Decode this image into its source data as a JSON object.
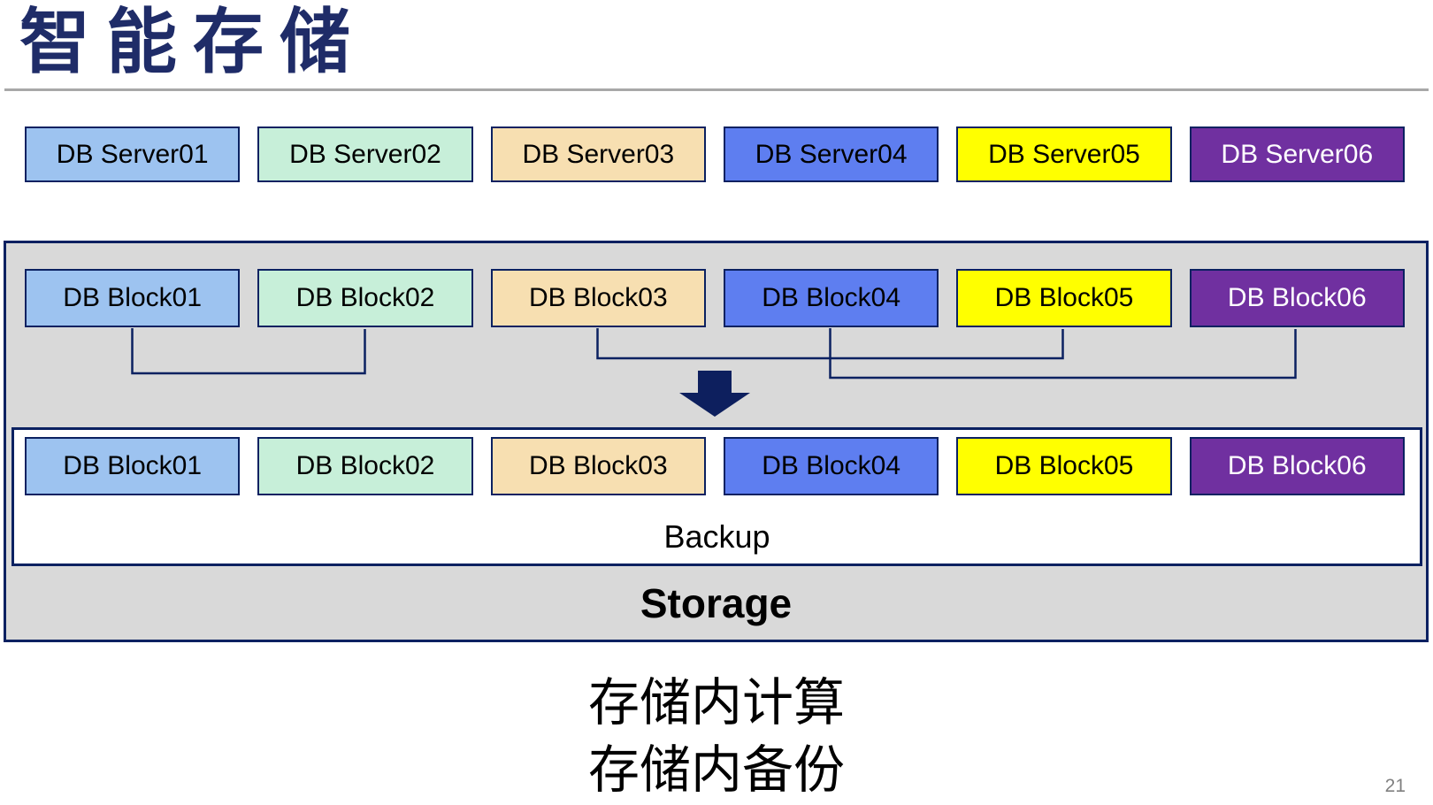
{
  "title": "智能存储",
  "page_number": "21",
  "labels": {
    "backup": "Backup",
    "storage": "Storage"
  },
  "captions": [
    "存储内计算",
    "存储内备份"
  ],
  "rows": {
    "servers": [
      "DB Server01",
      "DB Server02",
      "DB Server03",
      "DB Server04",
      "DB Server05",
      "DB Server06"
    ],
    "blocks_top": [
      "DB Block01",
      "DB Block02",
      "DB Block03",
      "DB Block04",
      "DB Block05",
      "DB Block06"
    ],
    "blocks_bottom": [
      "DB Block01",
      "DB Block02",
      "DB Block03",
      "DB Block04",
      "DB Block05",
      "DB Block06"
    ]
  },
  "box_styles": [
    {
      "fill": "#9DC3F0",
      "text": "#000000"
    },
    {
      "fill": "#C7EFD9",
      "text": "#000000"
    },
    {
      "fill": "#F7DFB1",
      "text": "#000000"
    },
    {
      "fill": "#5E7EF0",
      "text": "#000000"
    },
    {
      "fill": "#FFFF00",
      "text": "#000000"
    },
    {
      "fill": "#7030A0",
      "text": "#FFFFFF"
    }
  ],
  "connections": [
    {
      "from": "DB Block01",
      "to": "DB Block02"
    },
    {
      "from": "DB Block03",
      "to": "DB Block05"
    },
    {
      "from": "DB Block04",
      "to": "DB Block06"
    }
  ],
  "colors": {
    "title_navy": "#1F2C68",
    "border_navy": "#0B2161",
    "panel_gray": "#D9D9D9",
    "arrow_navy": "#0D1F5E",
    "rule_gray": "#A8A8A8",
    "page_number_gray": "#808080"
  }
}
